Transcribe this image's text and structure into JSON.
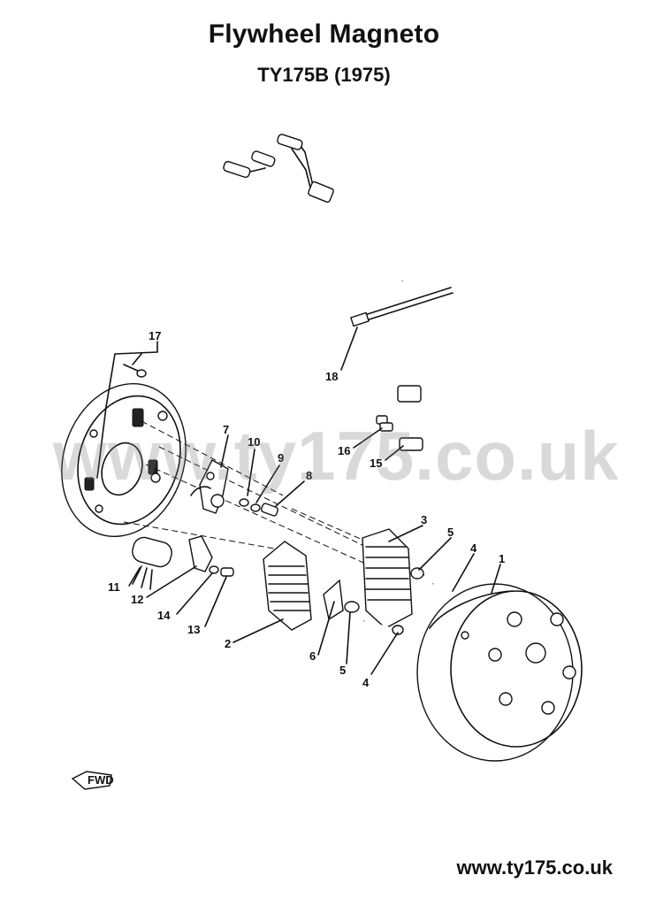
{
  "header": {
    "title": "Flywheel Magneto",
    "subtitle": "TY175B (1975)"
  },
  "watermark": "www.ty175.co.uk",
  "footer": "www.ty175.co.uk",
  "fwd_label": "FWD",
  "labels": {
    "p1": "1",
    "p2": "2",
    "p3": "3",
    "p4a": "4",
    "p4b": "4",
    "p5a": "5",
    "p5b": "5",
    "p6": "6",
    "p7": "7",
    "p8": "8",
    "p9": "9",
    "p10": "10",
    "p11": "11",
    "p12": "12",
    "p13": "13",
    "p14": "14",
    "p15": "15",
    "p16": "16",
    "p17": "17",
    "p18": "18"
  }
}
